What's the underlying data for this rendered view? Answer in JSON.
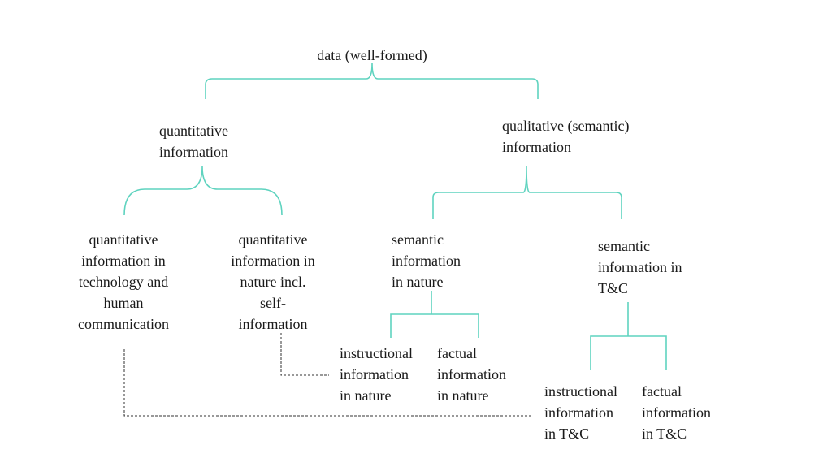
{
  "colors": {
    "connector": "#5fd3bf",
    "dashed": "#333333",
    "text": "#1a1a1a"
  },
  "nodes": {
    "root": [
      "data (well-formed)"
    ],
    "quantitative": [
      "quantitative",
      "information"
    ],
    "qualitative": [
      "qualitative (semantic)",
      "information"
    ],
    "quant_tech": [
      "quantitative",
      "information in",
      "technology and",
      "human",
      "communication"
    ],
    "quant_nature": [
      "quantitative",
      "information in",
      "nature incl.",
      "self-",
      "information"
    ],
    "sem_nature": [
      "semantic",
      "information",
      "in nature"
    ],
    "sem_tc": [
      "semantic",
      "information in",
      "T&C"
    ],
    "instr_nature": [
      "instructional",
      "information",
      "in nature"
    ],
    "fact_nature": [
      "factual",
      "information",
      "in nature"
    ],
    "instr_tc": [
      "instructional",
      "information",
      "in T&C"
    ],
    "fact_tc": [
      "factual",
      "information",
      "in T&C"
    ]
  }
}
